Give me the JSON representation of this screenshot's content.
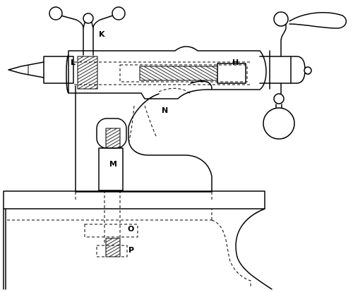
{
  "labels": {
    "K": "K",
    "L": "L",
    "H": "H",
    "N": "N",
    "M": "M",
    "O": "O",
    "P": "P"
  }
}
